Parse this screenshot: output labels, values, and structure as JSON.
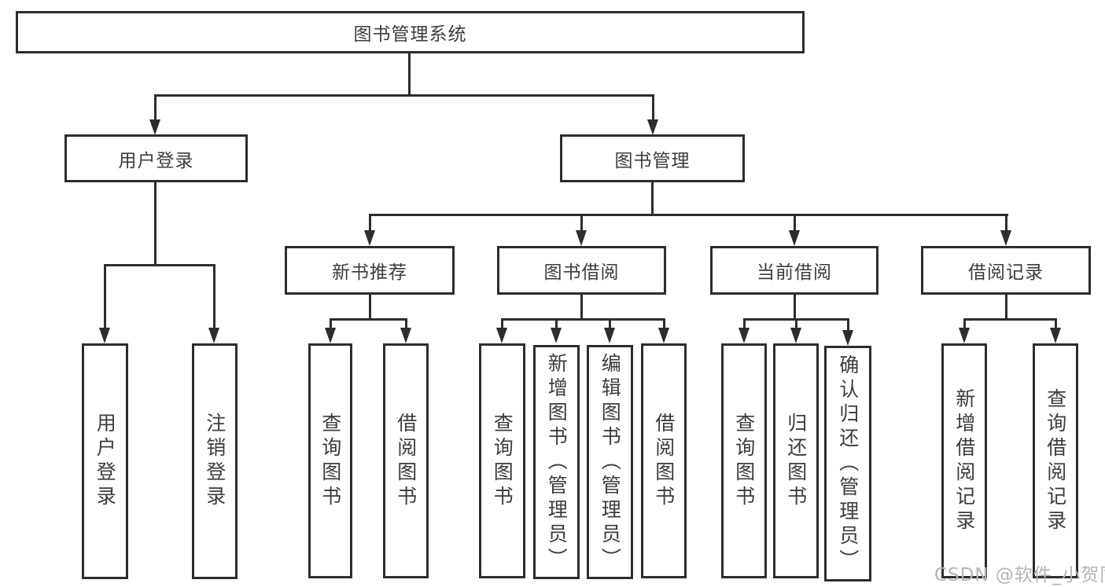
{
  "tree": {
    "root": {
      "label": "图书管理系统",
      "children": [
        {
          "label": "用户登录",
          "children": [
            {
              "label": "用户登录"
            },
            {
              "label": "注销登录"
            }
          ]
        },
        {
          "label": "图书管理",
          "children": [
            {
              "label": "新书推荐",
              "children": [
                {
                  "label": "查询图书"
                },
                {
                  "label": "借阅图书"
                }
              ]
            },
            {
              "label": "图书借阅",
              "children": [
                {
                  "label": "查询图书"
                },
                {
                  "label": "新增图书（管理员）"
                },
                {
                  "label": "编辑图书（管理员）"
                },
                {
                  "label": "借阅图书"
                }
              ]
            },
            {
              "label": "当前借阅",
              "children": [
                {
                  "label": "查询图书"
                },
                {
                  "label": "归还图书"
                },
                {
                  "label": "确认归还（管理员）"
                }
              ]
            },
            {
              "label": "借阅记录",
              "children": [
                {
                  "label": "新增借阅记录"
                },
                {
                  "label": "查询借阅记录"
                }
              ]
            }
          ]
        }
      ]
    }
  },
  "watermark": "CSDN @软件_小贺同学",
  "colors": {
    "line": "#2d2d2d",
    "box_border": "#2d2d2d",
    "text": "#3c3c3c",
    "watermark": "#b5b5b5",
    "background": "#ffffff"
  }
}
